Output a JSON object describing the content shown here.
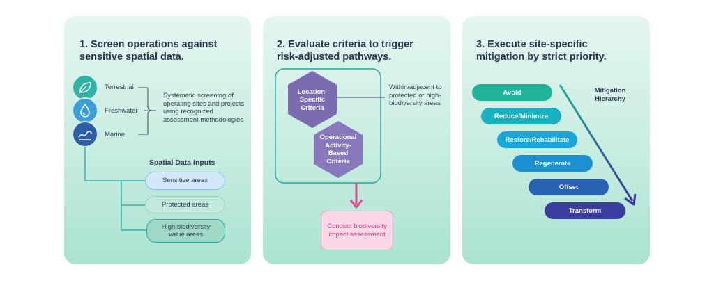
{
  "panel1": {
    "title": "1.  Screen operations against\nsensitive spatial data.",
    "habitats": [
      {
        "label": "Terrestrial",
        "icon": "leaf-icon",
        "color": "#2fb3a6"
      },
      {
        "label": "Freshwater",
        "icon": "water-drop-icon",
        "color": "#3a9fd8"
      },
      {
        "label": "Marine",
        "icon": "wave-icon",
        "color": "#2d5fa8"
      }
    ],
    "screening_text": "Systematic screening of operating sites and projects using recognized assessment methodologies",
    "inputs_heading": "Spatial Data Inputs",
    "inputs": [
      "Sensitive areas",
      "Protected areas",
      "High biodiversity value areas"
    ]
  },
  "panel2": {
    "title": "2. Evaluate criteria to trigger\nrisk-adjusted pathways.",
    "criteria": [
      "Location-Specific Criteria",
      "Operational Activity-Based Criteria"
    ],
    "annotation": "Within/adjacent to protected or high-biodiversity areas",
    "outcome": "Conduct biodiversity impact assessment",
    "outcome_color": "#e0458f"
  },
  "panel3": {
    "title": "3. Execute site-specific\nmitigation by strict priority.",
    "hierarchy_label": "Mitigation Hierarchy",
    "steps": [
      {
        "label": "Avoid",
        "color": "#1fb39a"
      },
      {
        "label": "Reduce/Minimize",
        "color": "#19b0bf"
      },
      {
        "label": "Restore/Rehabilitate",
        "color": "#1aa6d8"
      },
      {
        "label": "Regenerate",
        "color": "#1d8fd3"
      },
      {
        "label": "Offset",
        "color": "#2a62b3"
      },
      {
        "label": "Transform",
        "color": "#3b3d9e"
      }
    ]
  }
}
